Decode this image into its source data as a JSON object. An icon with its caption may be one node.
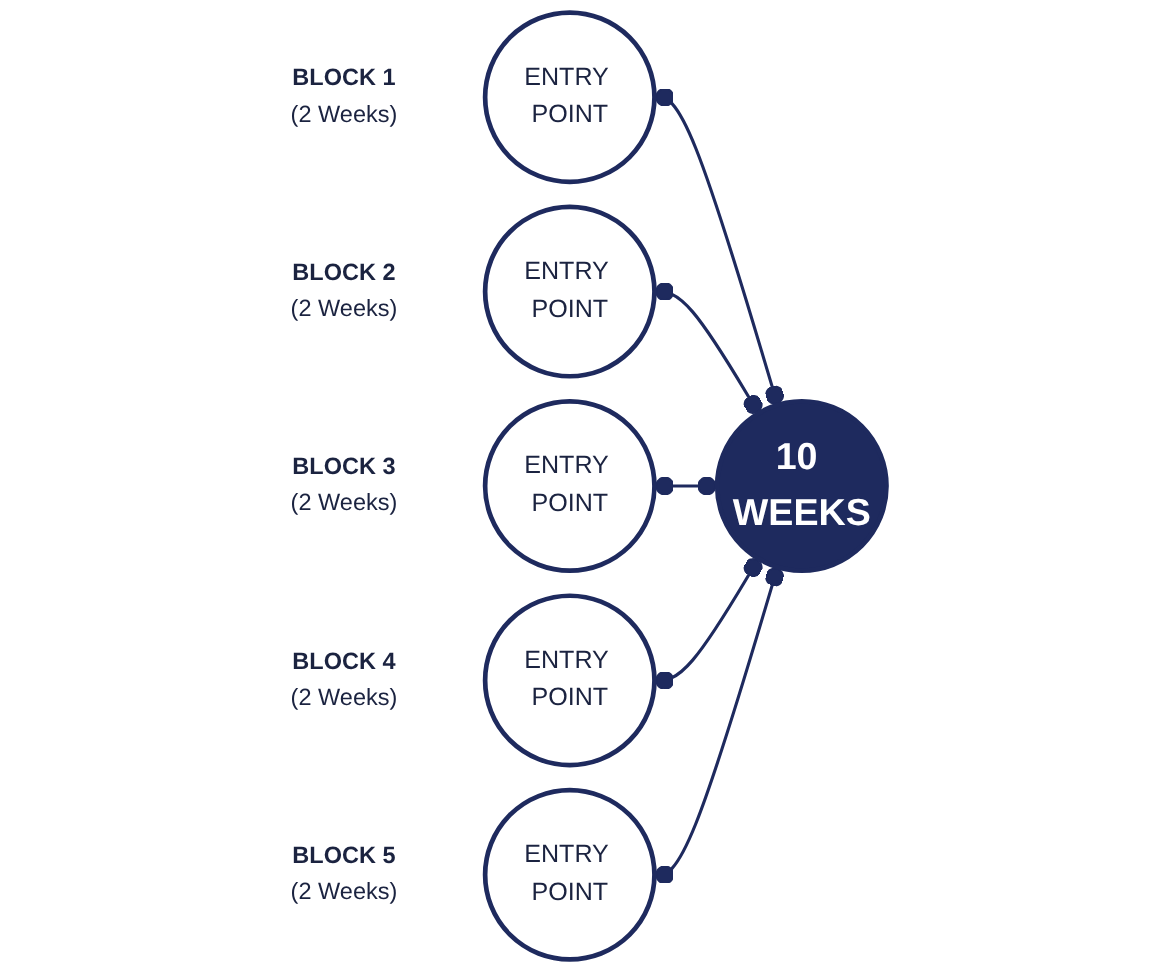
{
  "diagram": {
    "nodes": [
      {
        "text": [
          "ENTRY POINT"
        ],
        "beside": [
          "BLOCK 1",
          "(2 Weeks)"
        ]
      },
      {
        "text": [
          "ENTRY POINT"
        ],
        "beside": [
          "BLOCK 2",
          "(2 Weeks)"
        ]
      },
      {
        "text": [
          "ENTRY POINT"
        ],
        "beside": [
          "BLOCK 3",
          "(2 Weeks)"
        ]
      },
      {
        "text": [
          "ENTRY POINT"
        ],
        "beside": [
          "BLOCK 4",
          "(2 Weeks)"
        ]
      },
      {
        "text": [
          "ENTRY POINT"
        ],
        "beside": [
          "BLOCK 5",
          "(2 Weeks)"
        ]
      },
      {
        "text": [
          "10 WEEKS"
        ]
      }
    ],
    "edges": [
      {
        "from": 0,
        "to": 5,
        "arrow": "other"
      },
      {
        "from": 1,
        "to": 5,
        "arrow": "other"
      },
      {
        "from": 2,
        "to": 5,
        "arrow": "other"
      },
      {
        "from": 3,
        "to": 5,
        "arrow": "other"
      },
      {
        "from": 4,
        "to": 5,
        "arrow": "other"
      }
    ]
  }
}
